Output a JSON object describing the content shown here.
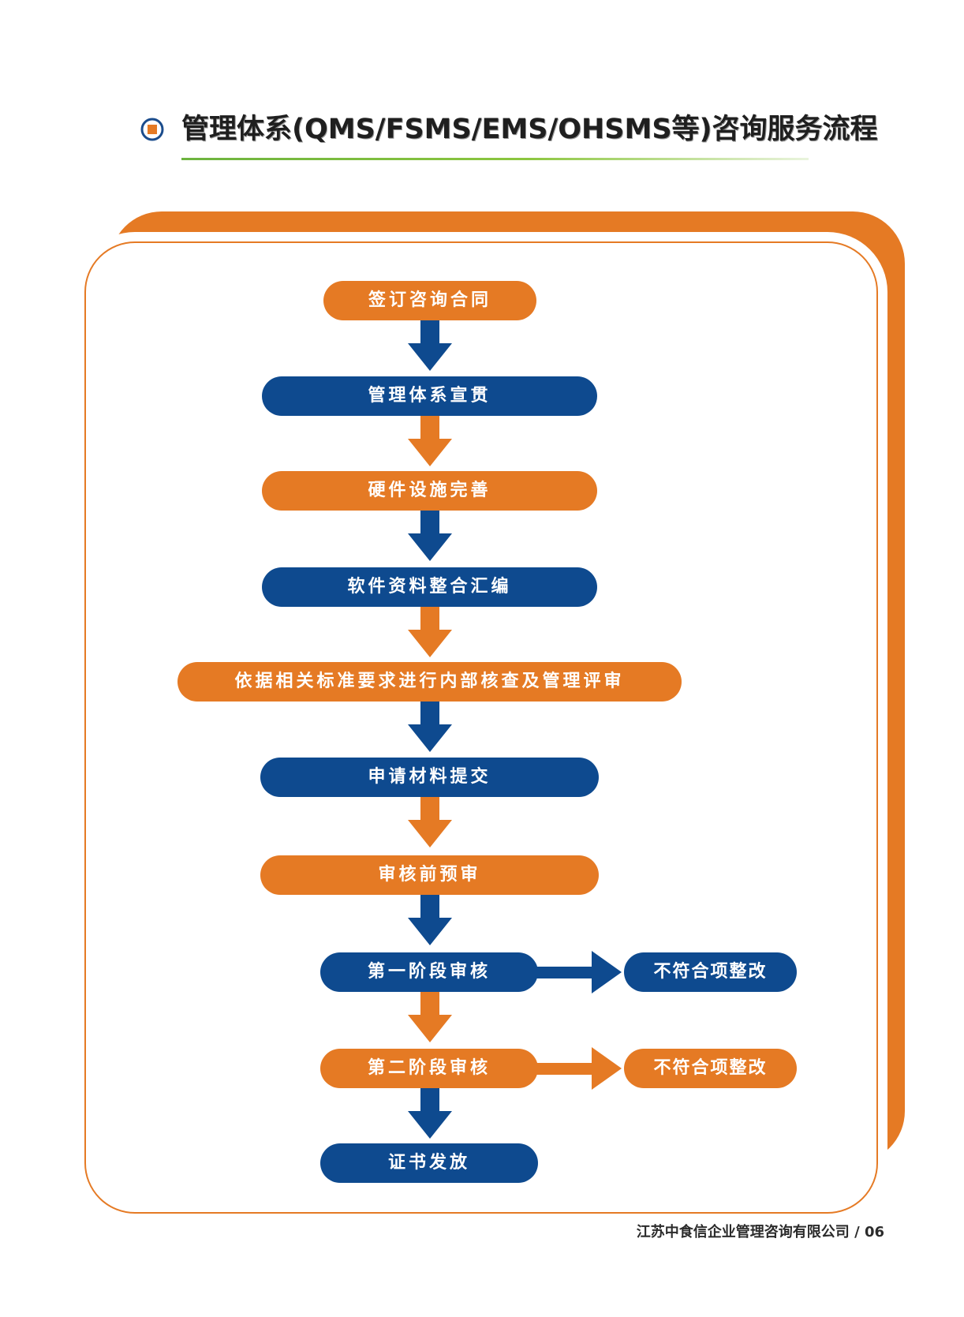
{
  "header": {
    "title": "管理体系(QMS/FSMS/EMS/OHSMS等)咨询服务流程",
    "bullet_icon": "orange-square-in-blue-circle-icon"
  },
  "flow": {
    "steps": [
      {
        "label": "签订咨询合同",
        "color": "orange"
      },
      {
        "label": "管理体系宣贯",
        "color": "blue"
      },
      {
        "label": "硬件设施完善",
        "color": "orange"
      },
      {
        "label": "软件资料整合汇编",
        "color": "blue"
      },
      {
        "label": "依据相关标准要求进行内部核查及管理评审",
        "color": "orange"
      },
      {
        "label": "申请材料提交",
        "color": "blue"
      },
      {
        "label": "审核前预审",
        "color": "orange"
      },
      {
        "label": "第一阶段审核",
        "color": "blue"
      },
      {
        "label": "第二阶段审核",
        "color": "orange"
      },
      {
        "label": "证书发放",
        "color": "blue"
      }
    ],
    "side_steps": [
      {
        "label": "不符合项整改",
        "color": "blue"
      },
      {
        "label": "不符合项整改",
        "color": "orange"
      }
    ]
  },
  "footer": {
    "company": "江苏中食信企业管理咨询有限公司",
    "separator": "/",
    "page": "06"
  },
  "colors": {
    "orange": "#e57a24",
    "blue": "#0e4a8f",
    "green_rule": "#8cc63f",
    "title_text": "#1f1f1f"
  }
}
